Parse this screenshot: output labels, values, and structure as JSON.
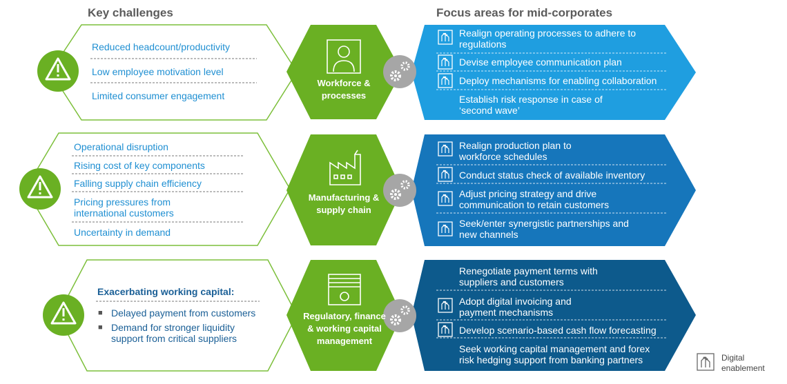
{
  "headers": {
    "left": "Key challenges",
    "right": "Focus areas for mid-corporates"
  },
  "colors": {
    "green": "#6ab023",
    "blue_light": "#1f9ee0",
    "blue_mid": "#1676bb",
    "blue_dark": "#0d5a8c",
    "grey": "#a6a6a6"
  },
  "rows": [
    {
      "center_label": "Workforce & processes",
      "challenges": [
        "Reduced headcount/productivity",
        "Low employee motivation level",
        "Limited consumer engagement"
      ],
      "focus": [
        {
          "text": "Realign operating processes to adhere to regulations",
          "digital": true
        },
        {
          "text": "Devise employee communication plan",
          "digital": true
        },
        {
          "text": "Deploy mechanisms for enabling collaboration",
          "digital": true
        },
        {
          "text": "Establish risk response in case of ‘second wave’",
          "digital": false
        }
      ]
    },
    {
      "center_label": "Manufacturing & supply chain",
      "challenges": [
        "Operational disruption",
        "Rising cost of key components",
        "Falling supply chain efficiency",
        "Pricing pressures from international customers",
        "Uncertainty in demand"
      ],
      "focus": [
        {
          "text": "Realign production plan to workforce schedules",
          "digital": true
        },
        {
          "text": "Conduct status check of available inventory",
          "digital": true
        },
        {
          "text": "Adjust pricing strategy and drive communication to retain customers",
          "digital": true
        },
        {
          "text": "Seek/enter synergistic partnerships and new channels",
          "digital": true
        }
      ]
    },
    {
      "center_label": "Regulatory, finance & working capital management",
      "challenge_heading": "Exacerbating working capital:",
      "challenges": [
        "Delayed payment from customers",
        "Demand for stronger liquidity support from critical suppliers"
      ],
      "focus": [
        {
          "text": "Renegotiate payment terms with suppliers and customers",
          "digital": false
        },
        {
          "text": "Adopt digital invoicing and payment mechanisms",
          "digital": true
        },
        {
          "text": "Develop scenario-based cash flow forecasting",
          "digital": true
        },
        {
          "text": "Seek working capital management and forex risk hedging support from banking partners",
          "digital": false
        }
      ]
    }
  ],
  "legend": {
    "label": "Digital enablement",
    "icon": "circuit-icon"
  }
}
